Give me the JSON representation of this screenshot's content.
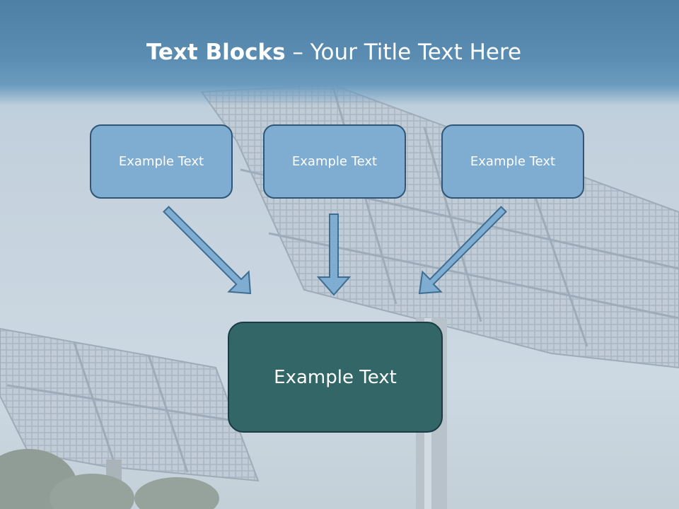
{
  "slide": {
    "title_bold": "Text Blocks",
    "title_rest": " – Your Title Text Here"
  },
  "blocks": {
    "top_left": "Example Text",
    "top_center": "Example Text",
    "top_right": "Example Text",
    "bottom": "Example Text"
  },
  "colors": {
    "header": "#5b8db3",
    "top_box_fill": "#7eadd1",
    "top_box_border": "#2f5677",
    "bottom_box_fill": "#336666",
    "arrow_fill": "#7eadd1",
    "arrow_stroke": "#3e6d92"
  }
}
